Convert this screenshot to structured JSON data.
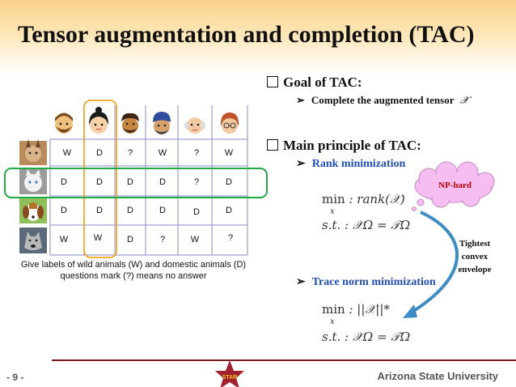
{
  "title": "Tensor augmentation and completion (TAC)",
  "goal": {
    "heading": "Goal of TAC:",
    "item": "Complete the augmented tensor",
    "symbol": "𝒳"
  },
  "principle": {
    "heading": "Main principle of TAC:",
    "item1": "Rank minimization",
    "item2": "Trace norm minimization"
  },
  "formula1": {
    "min": "min",
    "var": "x",
    "objective": ": rank(𝒳)",
    "constraint": "s.t. : 𝒳Ω = 𝒯Ω"
  },
  "formula2": {
    "min": "min",
    "var": "x",
    "objective": ": ||𝒳||*",
    "constraint": "s.t. : 𝒳Ω = 𝒯Ω"
  },
  "cloud_label": "NP-hard",
  "relaxation_label": [
    "Tightest",
    "convex",
    "envelope"
  ],
  "table": {
    "annotators": [
      "bearded man",
      "girl",
      "curly-haired man",
      "turban man",
      "bald man",
      "glasses woman"
    ],
    "animals": [
      "lynx",
      "white cat",
      "beagle",
      "wolf"
    ],
    "rows": [
      [
        "W",
        "D",
        "?",
        "W",
        "?",
        "W"
      ],
      [
        "D",
        "D",
        "D",
        "D",
        "?",
        "D"
      ],
      [
        "D",
        "D",
        "D",
        "D",
        "D",
        "D"
      ],
      [
        "W",
        "W",
        "D",
        "?",
        "W",
        "?"
      ]
    ]
  },
  "caption": {
    "line1": "Give labels of wild animals (W) and domestic animals (D)",
    "line2": "questions mark (?) means no answer"
  },
  "footer": {
    "page": "- 9 -",
    "university": "Arizona State University",
    "logo_text": "STAR"
  },
  "colors": {
    "title_gradient": "#fbd28a",
    "orange_box": "#f5a623",
    "green_box": "#22aa44",
    "blue_text": "#1f4fbf",
    "red_text": "#cc0000",
    "cloud_fill": "#f6bdf0",
    "curve_arrow": "#3b8ec5",
    "footer_line": "#7a1a1a"
  }
}
